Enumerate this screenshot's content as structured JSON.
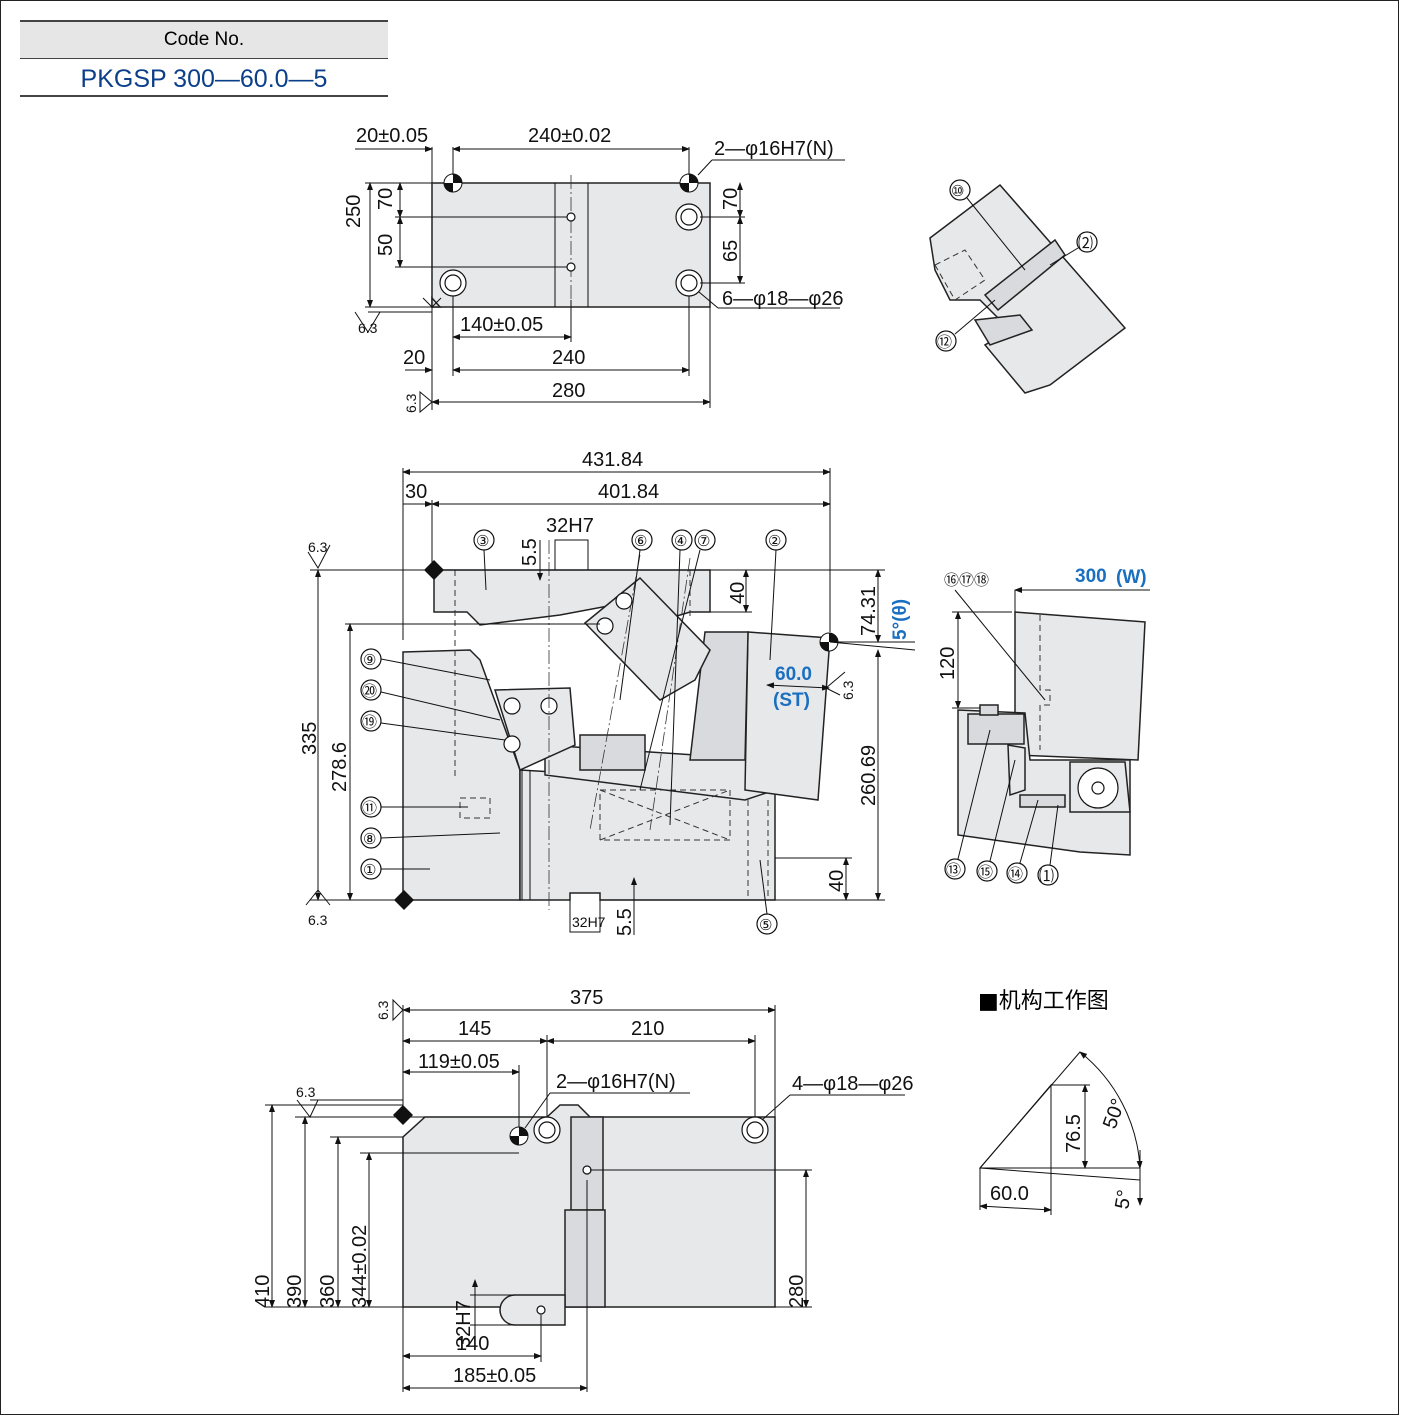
{
  "code_box": {
    "label": "Code No.",
    "value": "PKGSP 300—60.0—5"
  },
  "mechanism_title": "■机构工作图",
  "top_view": {
    "dim_20_tol": "20±0.05",
    "dim_240_tol": "240±0.02",
    "dowel": "2—φ16H7(N)",
    "dim_250": "250",
    "dim_70_left": "70",
    "dim_50": "50",
    "dim_70_right": "70",
    "dim_65": "65",
    "holes": "6—φ18—φ26",
    "dim_140_tol": "140±0.05",
    "dim_20": "20",
    "dim_240": "240",
    "dim_280": "280",
    "roughness": "6.3"
  },
  "front_view": {
    "dim_431": "431.84",
    "dim_30": "30",
    "dim_401": "401.84",
    "slot_top": "32H7",
    "dim_5_5_top": "5.5",
    "dim_40_top": "40",
    "dim_74": "74.31",
    "angle": "5°(θ)",
    "stroke": "60.0",
    "stroke_unit": "(ST)",
    "dim_335": "335",
    "dim_278": "278.6",
    "dim_260": "260.69",
    "dim_40_bottom": "40",
    "slot_bottom": "32H7",
    "dim_5_5_bottom": "5.5",
    "roughness": "6.3",
    "callouts": [
      "③",
      "⑥",
      "④",
      "⑦",
      "②",
      "⑨",
      "⑳",
      "⑲",
      "⑪",
      "⑧",
      "①",
      "⑤"
    ]
  },
  "side_view": {
    "width": "300",
    "width_unit": "(W)",
    "dim_120": "120",
    "callouts_top": "⑯⑰⑱",
    "callouts_bottom": [
      "⑬",
      "⑮",
      "⑭",
      "⑴"
    ]
  },
  "detail_view": {
    "callouts": [
      "⑩",
      "⑵",
      "⑫"
    ]
  },
  "bottom_view": {
    "dim_375": "375",
    "dim_145": "145",
    "dim_210": "210",
    "dim_119_tol": "119±0.05",
    "dowel": "2—φ16H7(N)",
    "holes": "4—φ18—φ26",
    "dim_410": "410",
    "dim_390": "390",
    "dim_360": "360",
    "dim_344": "344±0.02",
    "slot": "32H7",
    "dim_140": "140",
    "dim_185_tol": "185±0.05",
    "dim_280": "280",
    "roughness": "6.3"
  },
  "mechanism": {
    "dim_76": "76.5",
    "dim_60": "60.0",
    "angle_50": "50°",
    "angle_5": "5°"
  }
}
